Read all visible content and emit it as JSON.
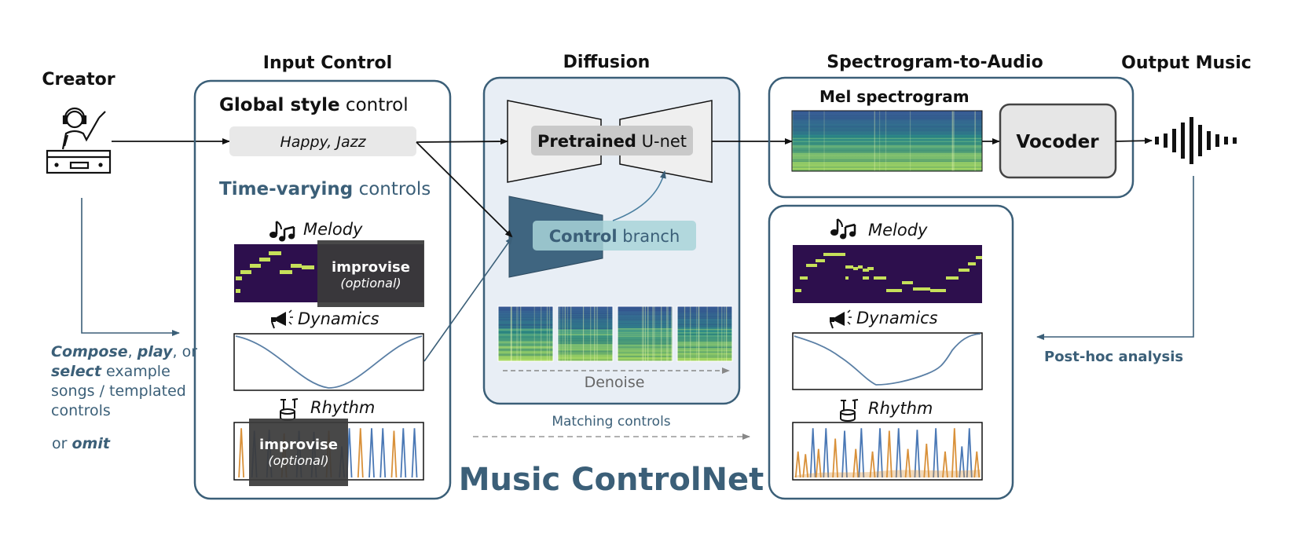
{
  "creator": {
    "title": "Creator",
    "compose": "Compose",
    "comma1": ",",
    "play": "play",
    "or1": ", or",
    "select": "select",
    "example": "example",
    "songs": "songs / templated",
    "controls": "controls",
    "or2": "or",
    "omit": "omit"
  },
  "input_control": {
    "title": "Input Control",
    "global_style_bold": "Global style",
    "global_style_rest": "control",
    "style_text": "Happy,  Jazz",
    "time_varying_bold": "Time-varying",
    "time_varying_rest": "controls",
    "melody_label": "Melody",
    "dynamics_label": "Dynamics",
    "rhythm_label": "Rhythm",
    "improvise": "improvise",
    "optional": "(optional)"
  },
  "diffusion": {
    "title": "Diffusion",
    "unet_bold": "Pretrained",
    "unet_rest": "U-net",
    "branch_bold": "Control",
    "branch_rest": "branch",
    "denoise": "Denoise",
    "matching": "Matching controls"
  },
  "spec_to_audio": {
    "title": "Spectrogram-to-Audio",
    "mel": "Mel spectrogram",
    "vocoder": "Vocoder"
  },
  "output": {
    "title": "Output Music",
    "melody_label": "Melody",
    "dynamics_label": "Dynamics",
    "rhythm_label": "Rhythm",
    "posthoc": "Post-hoc analysis"
  },
  "brand": "Music ControlNet",
  "colors": {
    "accent": "#3b5f78",
    "panel_border": "#3b5f78",
    "diffusion_fill": "#e8eef5",
    "piano_bg": "#2d0f4d",
    "piano_note": "#c6e05a",
    "rhythm_blue": "#4a78b5",
    "rhythm_orange": "#d9913a",
    "spec_teal": "#2e7d7a",
    "spec_green": "#7fc46a",
    "spec_blue": "#3b4f8f"
  }
}
